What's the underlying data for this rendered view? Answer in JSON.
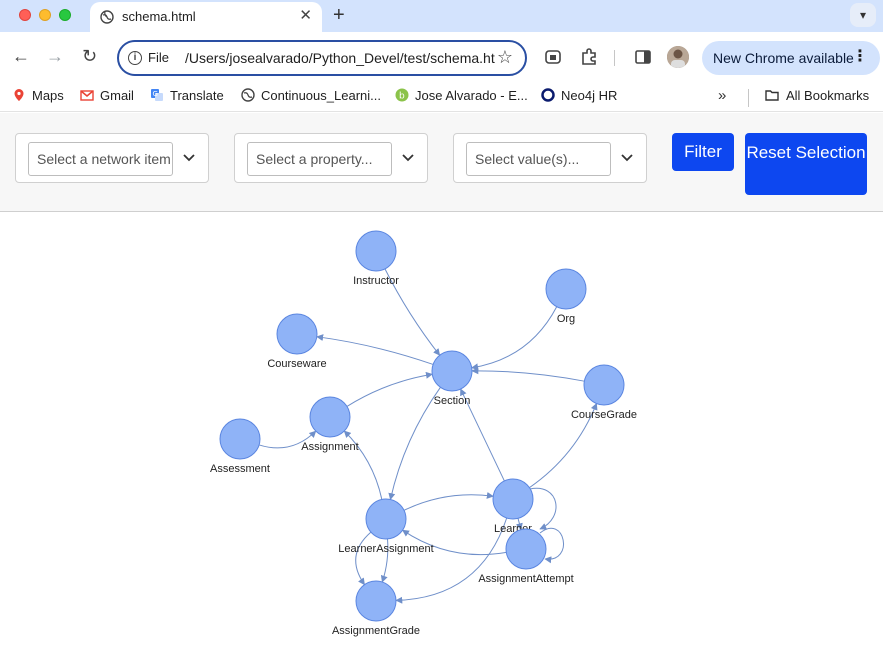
{
  "browser": {
    "tab_title": "schema.html",
    "url_scheme": "File",
    "url": "/Users/josealvarado/Python_Devel/test/schema.html",
    "update_label": "New Chrome available",
    "bookmarks": [
      "Maps",
      "Gmail",
      "Translate",
      "Continuous_Learni...",
      "Jose Alvarado - E...",
      "Neo4j HR"
    ],
    "all_bookmarks": "All Bookmarks"
  },
  "filters": {
    "network_item_placeholder": "Select a network item",
    "property_placeholder": "Select a property...",
    "value_placeholder": "Select value(s)...",
    "filter_label": "Filter",
    "reset_label": "Reset Selection"
  },
  "graph": {
    "node_color": "#8fb3f7",
    "edge_color": "#6f8fc9",
    "nodes": [
      {
        "id": "instructor",
        "label": "Instructor"
      },
      {
        "id": "org",
        "label": "Org"
      },
      {
        "id": "courseware",
        "label": "Courseware"
      },
      {
        "id": "section",
        "label": "Section"
      },
      {
        "id": "coursegrade",
        "label": "CourseGrade"
      },
      {
        "id": "assignment",
        "label": "Assignment"
      },
      {
        "id": "assessment",
        "label": "Assessment"
      },
      {
        "id": "learner",
        "label": "Learner"
      },
      {
        "id": "learnerassignment",
        "label": "LearnerAssignment"
      },
      {
        "id": "assignmentattempt",
        "label": "AssignmentAttempt"
      },
      {
        "id": "assignmentgrade",
        "label": "AssignmentGrade"
      }
    ]
  }
}
